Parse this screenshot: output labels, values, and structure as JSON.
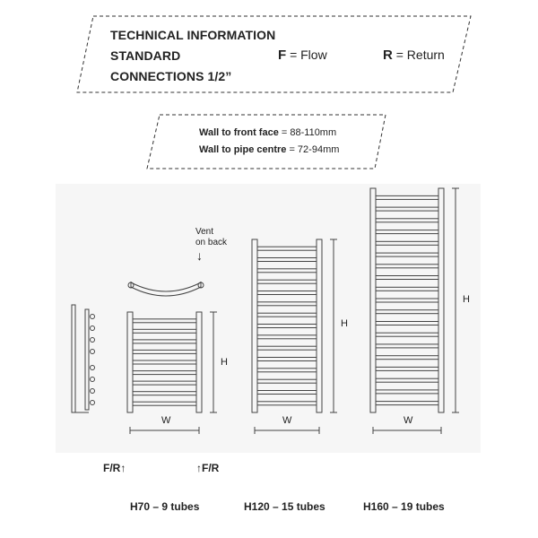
{
  "info_box": {
    "line1": "TECHNICAL INFORMATION",
    "line2": "STANDARD",
    "line3": "CONNECTIONS 1/2”",
    "flow_key": "F",
    "flow_label": "= Flow",
    "return_key": "R",
    "return_label": "= Return"
  },
  "spec_box": {
    "wall_front_label": "Wall to front face",
    "wall_front_value": "= 88-110mm",
    "wall_pipe_label": "Wall to pipe centre",
    "wall_pipe_value": "= 72-94mm"
  },
  "vent_note": {
    "line1": "Vent",
    "line2": "on back",
    "arrow": "↓"
  },
  "dimensions": {
    "height": "H",
    "width": "W"
  },
  "connections": {
    "left": "F/R↑",
    "right": "↑F/R"
  },
  "models": [
    {
      "label": "H70 – 9 tubes",
      "tubes": 9
    },
    {
      "label": "H120 – 15 tubes",
      "tubes": 15
    },
    {
      "label": "H160 – 19 tubes",
      "tubes": 19
    }
  ],
  "colors": {
    "line": "#444444",
    "panel": "#f6f6f6",
    "text": "#222222"
  }
}
